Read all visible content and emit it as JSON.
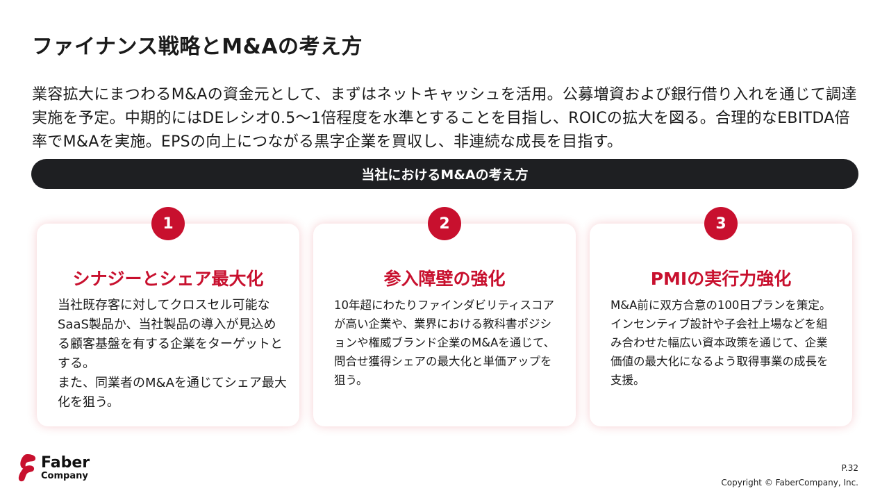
{
  "title": "ファイナンス戦略とM&Aの考え方",
  "intro": "業容拡大にまつわるM&Aの資金元として、まずはネットキャッシュを活用。公募増資および銀行借り入れを通じて調達実施を予定。中期的にはDEレシオ0.5〜1倍程度を水準とすることを目指し、ROICの拡大を図る。合理的なEBITDA倍率でM&Aを実施。EPSの向上につながる黒字企業を買収し、非連続な成長を目指す。",
  "banner": "当社におけるM&Aの考え方",
  "cards": [
    {
      "number": "1",
      "title": "シナジーとシェア最大化",
      "body_1": "当社既存客に対してクロスセル可能なSaaS製品か、当社製品の導入が見込める顧客基盤を有する企業をターゲットとする。",
      "body_2": "また、同業者のM&Aを通じてシェア最大化を狙う。"
    },
    {
      "number": "2",
      "title": "参入障壁の強化",
      "body_1": "10年超にわたりファインダビリティスコアが高い企業や、業界における教科書ポジションや権威ブランド企業のM&Aを通じて、問合せ獲得シェアの最大化と単価アップを狙う。"
    },
    {
      "number": "3",
      "title": "PMIの実行力強化",
      "body_1": "M&A前に双方合意の100日プランを策定。インセンティブ設計や子会社上場などを組み合わせた幅広い資本政策を通じて、企業価値の最大化になるよう取得事業の成長を支援。"
    }
  ],
  "logo": {
    "main": "Faber",
    "sub": "Company"
  },
  "page_number": "P.32",
  "copyright": "Copyright © FaberCompany, Inc.",
  "colors": {
    "accent": "#c8102e",
    "banner": "#1e1f22"
  }
}
